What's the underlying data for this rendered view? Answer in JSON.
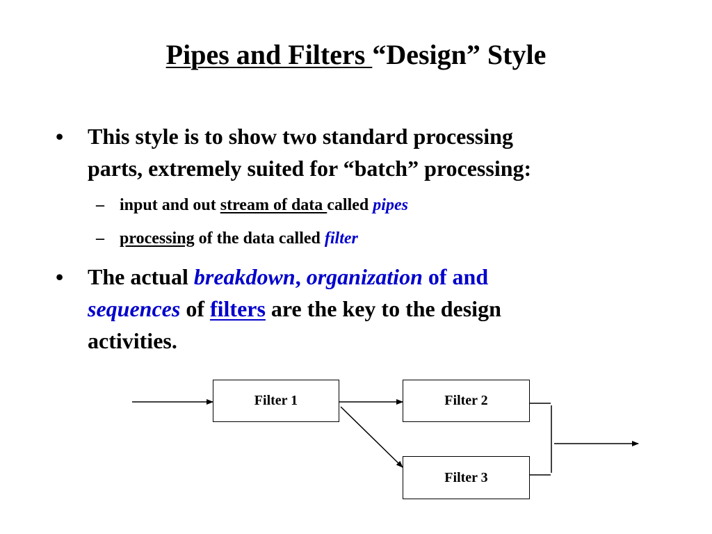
{
  "title": {
    "underlined": "Pipes and Filters ",
    "rest": "“Design” Style"
  },
  "bullets": [
    {
      "marker": "•",
      "line1": "This style is to show two standard processing",
      "line2": "parts, extremely suited for “batch” processing:"
    },
    {
      "marker": "•",
      "part1": "The actual ",
      "breakdown": "breakdown",
      "comma": ", ",
      "organization": "organization",
      "of_and": " of and",
      "sequences": "sequences",
      "of": " of ",
      "filters": "filters",
      "rest": " are the key to the design",
      "line3": "activities."
    }
  ],
  "subbullets": [
    {
      "marker": "–",
      "pre": "input and out ",
      "underlined": "stream of data ",
      "mid": "called ",
      "term": "pipes"
    },
    {
      "marker": "–",
      "underlined": "processing",
      "mid": " of the data called ",
      "term": "filter"
    }
  ],
  "diagram": {
    "filter1": "Filter 1",
    "filter2": "Filter 2",
    "filter3": "Filter 3"
  }
}
